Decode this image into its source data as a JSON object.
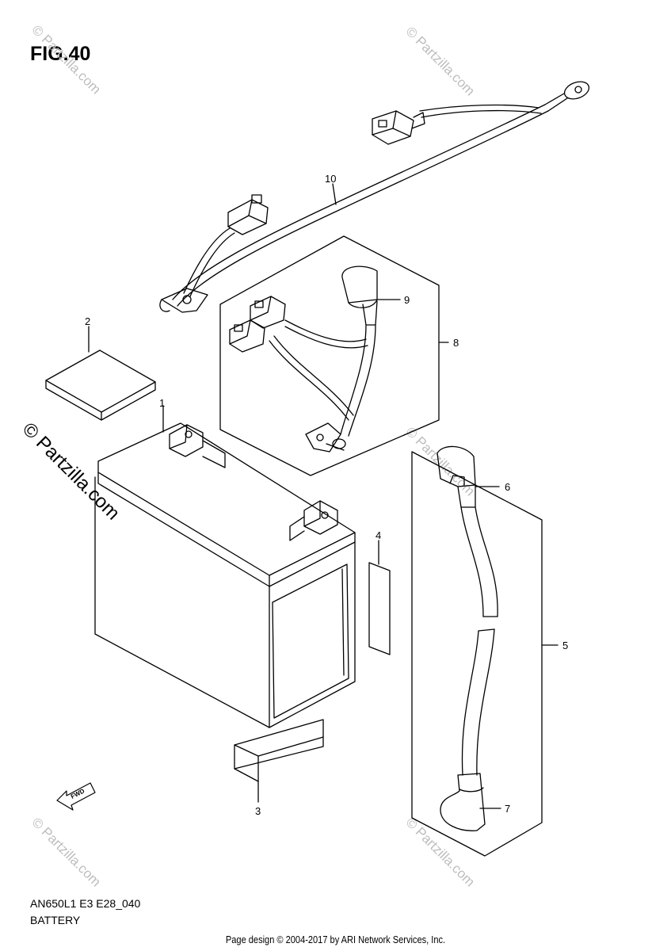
{
  "figure": {
    "title": "FIG.40"
  },
  "callouts": [
    "1",
    "2",
    "3",
    "4",
    "5",
    "6",
    "7",
    "8",
    "9",
    "10"
  ],
  "footer": {
    "code": "AN650L1 E3 E28_040",
    "name": "BATTERY"
  },
  "credit": "Page design © 2004-2017 by ARI Network Services, Inc.",
  "watermark": {
    "text": "© Partzilla.com"
  },
  "direction_badge": "FWD"
}
